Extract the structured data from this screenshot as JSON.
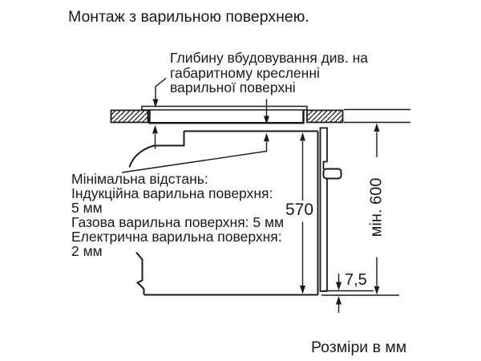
{
  "title": "Монтаж з варильною поверхнею.",
  "diagram": {
    "depth_note_lines": [
      "Глибину вбудовування див. на",
      "габаритному кресленні",
      "варильної поверхні"
    ],
    "min_distance_lines": [
      "Мінімальна відстань:",
      "Індукційна варильна поверхня:",
      "5 мм",
      "Газова варильна поверхня: 5 мм",
      "Електрична варильна поверхня:",
      "2 мм"
    ],
    "dimensions": {
      "oven_height": "570",
      "min_niche_height": "мін. 600",
      "bottom_gap": "7,5"
    }
  },
  "footer": {
    "units_note": "Розміри в мм"
  },
  "colors": {
    "ink": "#1a1a1a",
    "background": "#ffffff"
  }
}
